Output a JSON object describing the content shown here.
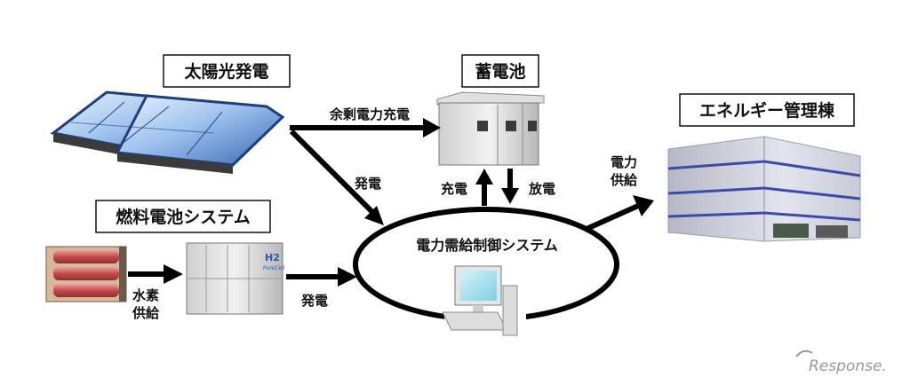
{
  "nodes": {
    "solar": {
      "title": "太陽光発電"
    },
    "storage": {
      "title": "蓄電池"
    },
    "fuel_cell": {
      "title": "燃料電池システム",
      "badge_main": "H2",
      "badge_sub": "PureCell"
    },
    "energy_building": {
      "title": "エネルギー管理棟"
    },
    "control": {
      "title": "電力需給制御システム"
    }
  },
  "flows": {
    "surplus_charge": "余剰電力充電",
    "solar_generation": "発電",
    "charge": "充電",
    "discharge": "放電",
    "hydrogen_supply_line1": "水素",
    "hydrogen_supply_line2": "供給",
    "fuel_cell_generation": "発電",
    "power_supply_line1": "電力",
    "power_supply_line2": "供給"
  },
  "watermark": {
    "text": "Response."
  },
  "colors": {
    "arrow": "#000000",
    "panel_blue": "#2a5aa8",
    "building_stripe": "#3c4aa8",
    "tank_red": "#c84a4a"
  }
}
